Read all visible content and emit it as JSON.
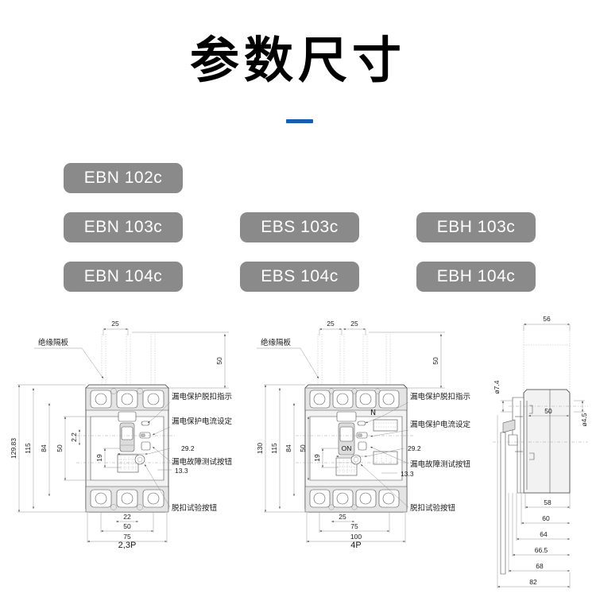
{
  "header": {
    "title": "参数尺寸",
    "accent_color": "#1d5cab"
  },
  "models": {
    "badge_color": "#8a8a8a",
    "text_color": "#ffffff",
    "columns": [
      {
        "name": "EBN",
        "items": [
          "EBN 102c",
          "EBN 103c",
          "EBN 104c"
        ]
      },
      {
        "name": "EBS",
        "items": [
          "EBS 103c",
          "EBS 104c"
        ]
      },
      {
        "name": "EBH",
        "items": [
          "EBH 103c",
          "EBH 104c"
        ]
      }
    ],
    "badge_list": [
      "EBN 102c",
      "EBN 103c",
      "EBN 104c",
      "EBS 103c",
      "EBS 104c",
      "EBH 103c",
      "EBH 104c"
    ]
  },
  "drawings": {
    "front_2_3p": {
      "caption": "2,3P",
      "callouts": {
        "insulating_barrier": "绝缘隔板",
        "leakage_trip_indicator": "漏电保护脱扣指示",
        "leakage_current_setting": "漏电保护电流设定",
        "leakage_fault_test_button": "漏电故障测试按钮",
        "trip_test_button": "脱扣试验按钮"
      },
      "dimensions": {
        "terminal_pitch": "25",
        "terminal_length": "50",
        "overall_height": "129.83",
        "height_115": "115",
        "height_84": "84",
        "height_50": "50",
        "gap_2_2": "2.2",
        "height_19": "19",
        "offset_29_2": "29.2",
        "offset_13_3": "13.3",
        "width_22": "22",
        "width_50": "50",
        "overall_width": "75"
      }
    },
    "front_4p": {
      "caption": "4P",
      "callouts": {
        "insulating_barrier": "绝缘隔板",
        "leakage_trip_indicator": "漏电保护脱扣指示",
        "leakage_current_setting": "漏电保护电流设定",
        "leakage_fault_test_button": "漏电故障测试按钮",
        "trip_test_button": "脱扣试验按钮"
      },
      "neutral_marker": "N",
      "toggle_label": "ON",
      "dimensions": {
        "terminal_pitch_1": "25",
        "terminal_pitch_2": "25",
        "terminal_length": "50",
        "overall_height": "130",
        "height_115": "115",
        "height_84": "84",
        "height_50": "50",
        "height_19": "19",
        "offset_29_2": "29.2",
        "offset_13_3": "13.3",
        "width_25": "25",
        "width_75": "75",
        "overall_width": "100"
      }
    },
    "side_view": {
      "dimensions": {
        "top_width": "56",
        "hole_upper": "ø7.4",
        "depth_50": "50",
        "hole_lower": "ø4.5",
        "depth_58": "58",
        "depth_60": "60",
        "depth_64": "64",
        "depth_66_5": "66.5",
        "depth_68": "68",
        "depth_82": "82"
      }
    }
  }
}
